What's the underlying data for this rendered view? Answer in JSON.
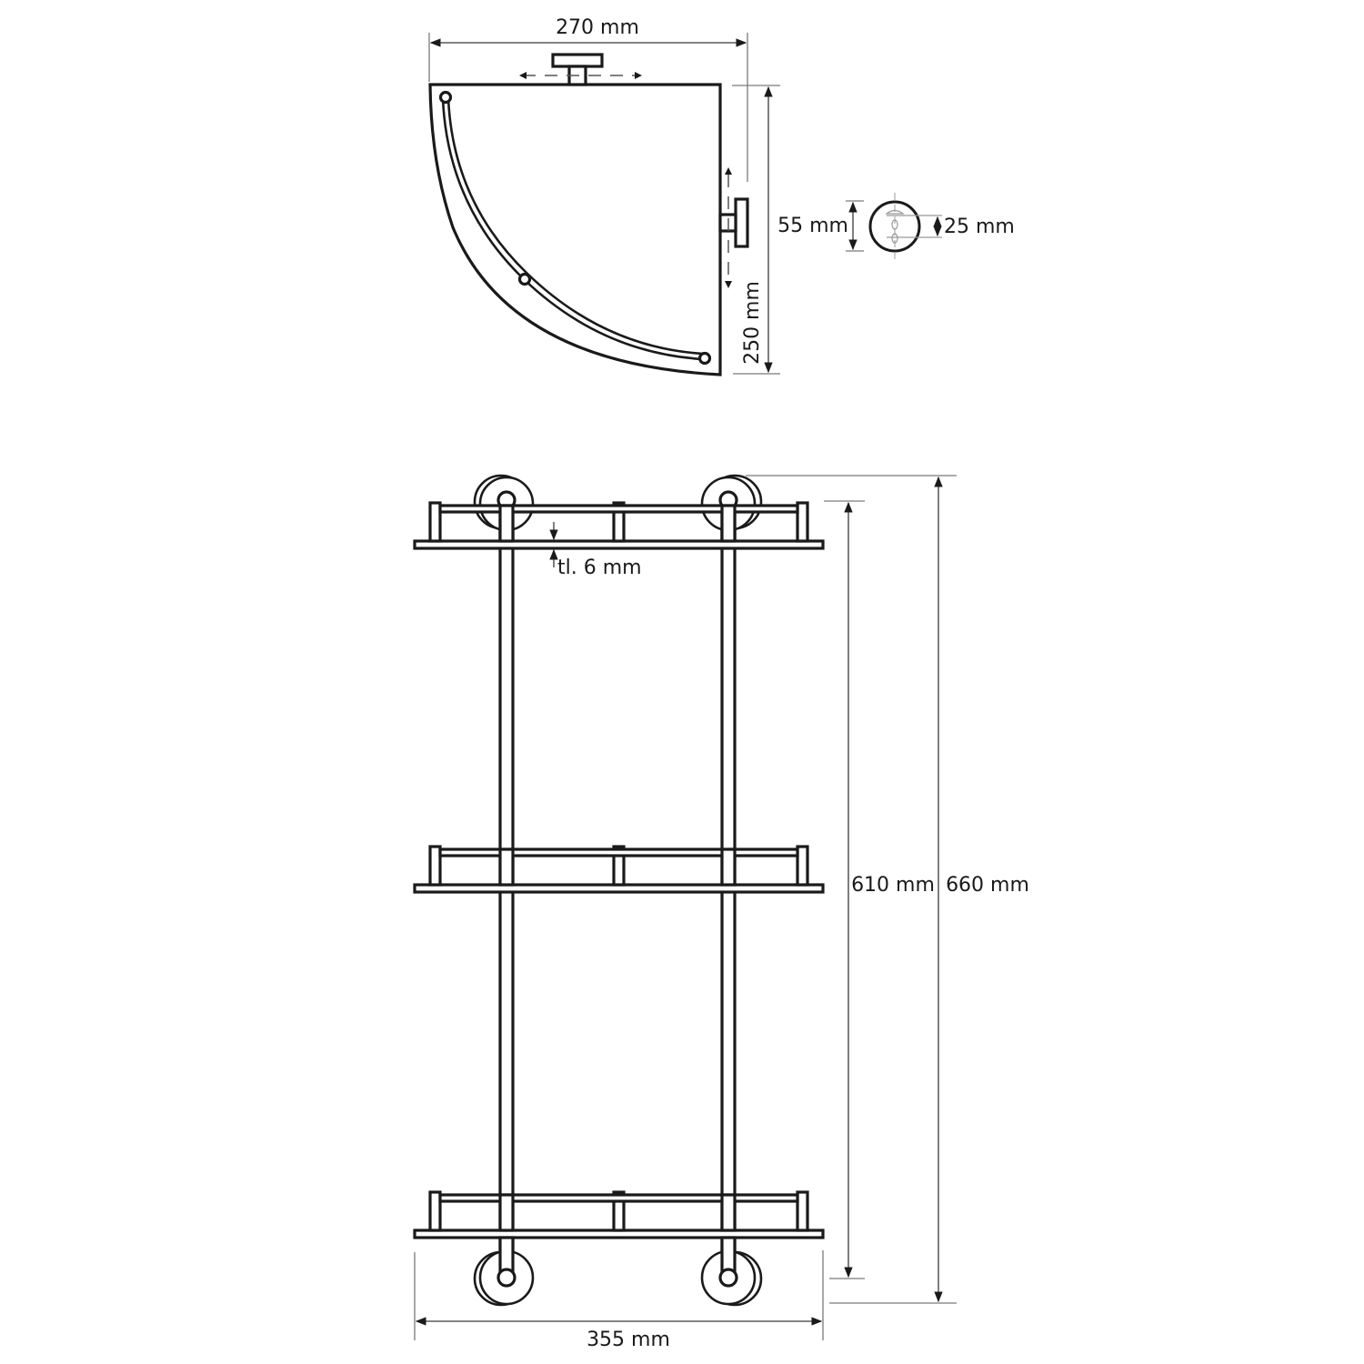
{
  "drawing": {
    "title": "Three-tier corner glass shelf - dimensional drawing",
    "stroke_color": "#1a1a1a",
    "background": "#ffffff"
  },
  "top_view": {
    "width_label": "270 mm",
    "depth_label": "250 mm"
  },
  "mount_detail": {
    "rosette_diameter_label": "55 mm",
    "hole_spacing_label": "25 mm"
  },
  "front_view": {
    "glass_thickness_label": "tl. 6 mm",
    "inner_height_label": "610 mm",
    "total_height_label": "660 mm",
    "total_width_label": "355 mm",
    "shelf_count": 3
  }
}
